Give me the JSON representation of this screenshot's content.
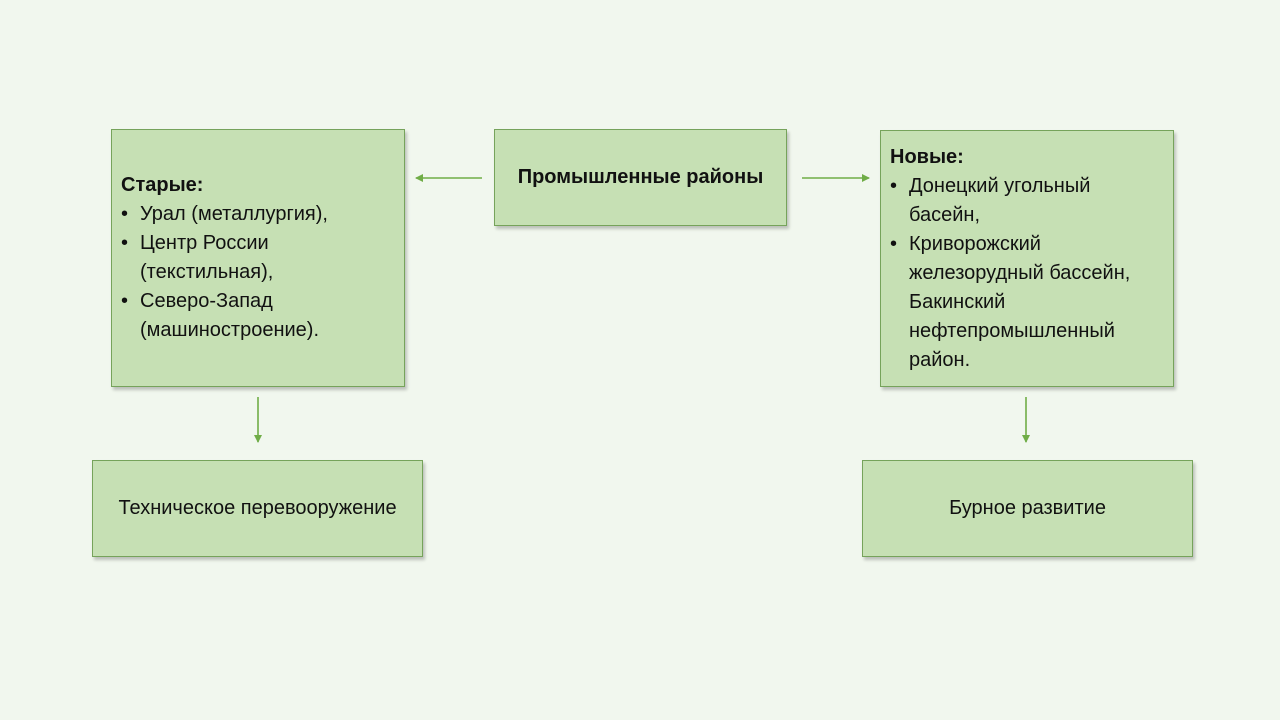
{
  "center": {
    "title": "Промышленные районы"
  },
  "old": {
    "heading": "Старые:",
    "items": [
      {
        "lines": [
          "Урал (металлургия),"
        ]
      },
      {
        "lines": [
          "Центр России",
          "(текстильная),"
        ]
      },
      {
        "lines": [
          "Северо-Запад",
          "(машиностроение)."
        ]
      }
    ]
  },
  "new": {
    "heading": "Новые:",
    "items": [
      {
        "lines": [
          "Донецкий угольный",
          "басейн,"
        ]
      },
      {
        "lines": [
          "Криворожский",
          "железорудный бассейн,",
          "Бакинский",
          "нефтепромышленный",
          "район."
        ]
      }
    ]
  },
  "outcome_left": {
    "label": "Техническое перевооружение"
  },
  "outcome_right": {
    "label": "Бурное развитие"
  },
  "colors": {
    "box_fill": "#c6e0b4",
    "box_border": "#76a35b",
    "arrow": "#70ad47",
    "background": "#f1f7ee"
  }
}
